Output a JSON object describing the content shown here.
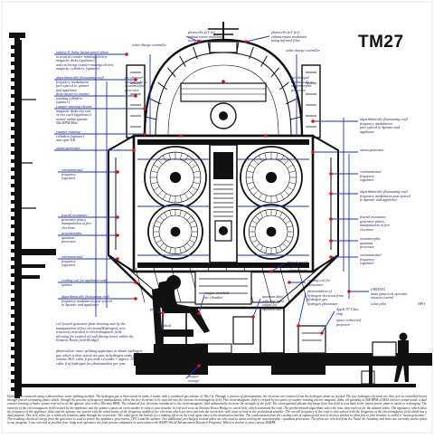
{
  "title": "TM27",
  "labels": {
    "photocell_uv": "photocells (uV (ir)\nenhancement modulator\nusing infrared filter",
    "photocell_ir": "photocells (uV (ir))\nenhancement modulator\nusing infrared filter",
    "solar_charge_controller_l": "solar charge controller",
    "solar_charge_controller_r": "solar charge controller",
    "subject_fusion": "subject 9: Solar fusion power plant\nto neutral counter rotating electric\nmagnetic disks (appliance)\nand enclosing counter-rotating electric\nmagnetic cylinders. (spinner)",
    "algo_fluct_1": "algorithmically fluctuating craft\nfrequency modulation\nport synced to spinner\nand appliance",
    "precharged_coolant_l": "pre charged\ncoolant tube to\nneuromorphic\nprocessor",
    "precharged_coolant_r": "pre charged\ncoolant tube to\nneuromorphic\nprocessor",
    "drive_motor": "drive motor to counter\nrotating cylinders\n(spinner)",
    "counter_rotating_disks": "counter-rotating electric\nmagnetic disks two sets\nof two each (appliance)\nnested within spinner\n56k RPM Max",
    "counter_rotating_cyl": "counter rotating\ncylinders (spinner)\nmax rpm 50k",
    "algo_fluct_2": "algorithmically fluctuating craft\nfrequency modulation\nport synced to Spinner and\nappliance",
    "steam_gen_l": "steam generator",
    "steam_gen_r": "steam generator",
    "env_freq_reg_1": "environmental\nfrequency\nregulator",
    "env_freq_reg_2": "environmental\nfrequency\nregulator",
    "env_freq_reg_3": "environmental\nfrequency\nregulator",
    "env_freq_reg_4": "environmental\nfrequency\nregulator",
    "algo_fluct_3": "algorithmically fluctuating craft\nfrequency modulation port synced\nto Spinner and appliance",
    "fractal_resonance": "fractal resonance\ngenerator plates\nmanipulation of free\nelectrons",
    "neuromorphic_qp_l": "neuromorphic\nquantum\nprocessor",
    "neuromorphic_qp_r": "neuromorphic\nquantum\nprocessor",
    "hinged_portal": "hinged portal\nto pilot\ncompartment",
    "cooling_coil_appliance": "cooling coil for appliance and\nspinner",
    "cooling_coil_photon": "cooling coil for\nphotonizer",
    "algo_fluct_4": "algorithmically fluctuating craft\nfrequency modulation port synced\nto Spinner and appliance",
    "oxygen_enriched": "oxygen enriched\nair chamber",
    "quantum_data": "quantum data\ncollector input\noutput for\noperator nav",
    "photonization": "photonization of\nhydrogen electrons from\nhydrogen gas",
    "hydrogen_photonizer": "hydrogen photonizer",
    "apple_chip": "Apple 97 Ultra\nchip",
    "space_redirected": "space redirected\nprojector",
    "sedna_jump": "[SEDNA]\nmain jump tech operator\nmission control",
    "solar_pilot": "solar pilot",
    "npo": "NPO",
    "pilot": "pilot",
    "medical_bay": "medical\nbay",
    "oxygen_storage": "oxygen\nstorage",
    "fractal_plate_housing": "co3 fractal generator plate housing unit by the\nmanipulation of free electrons(Hydrogen), new\ntrajectory activated to electromagnetic field\nallowing for control of craft during travel within the\nEinstein Rosen field (bridge)",
    "photovoltaic": "photovoltaic water splitting apparatus to obtain hydrogen\ngas which is then stored via pass in hydrogen tanks gas\nvolume 5911 cubic ft per tank x 6 tanks = approx. 35.5 k\ncubic ft of hydrogen for photonization per year."
  },
  "description": "Hydrogen is extracted using a photovoltaic water splitting method. The hydrogen gas is then stored in tanks, 6 tanks, with a combined gas volume of 746.2 ft. Through a process of photonization, the electrons are removed from the hydrogen atoms as needed. The free hydrogen electrons are then sent in controlled bursts through fractal resonating plates which, through the process of frequency manipulation, allow the free electrons to be injected into the current electromagnetic field. This electromagnetic field is created by two pairs of counter-rotating electric magnetic disks, all spinning at 56K RPM of MAX and are nested inside a dual counter-rotating cylinder system referred to as the spinner, also with a 50k max RPM. The enhanced free electrons introduced to the electromagnetic field substantially increase the strength of the field. The consequential plasma discharge from this field is sent back to the fusion power plant to assist in recharging. The intensity of the electromagnetic field created by the appliance and the spinner causes an event similar to what is your timeline in, referred to as an Einstein Rosen Bridge or, worm hole, which surrounds the craft. The predetermined algorithms select the time, date and exit for the mission pilots. The appliance, which takes the frequency of the appliance disks and the spinner, are synced with the timed bursts of the frequency modified free electrons which are then sent into the worm hole with exact arrival at the predestined timeline. The overall frequency of the craft is also synced with the frequency of the electromagnetic field which has a dual purpose. One is to allow for a relatively seamless jump through the worm hole. The other gives the benefit of a cloaking effect on the craft upon entry to the destination timeline. The condensation from the cooling coils is captured and sent to devices similar to what you in your timeline is called a \"steam generator\". The resulting electrical energy from the generator is used to power the appliance, processors, CPU's and the spinner. Two additional, precharged coolant tubes are also used to assist cooling the neuromorphic / quantum processors. The pilots are selected from the Naval Air Academy and there are currently twelve pilots in our program. I was selected at position four. Jump tech operators are from private companies in association with WARP (World Advancement Research Program). Which is similar to your current DARPA."
}
